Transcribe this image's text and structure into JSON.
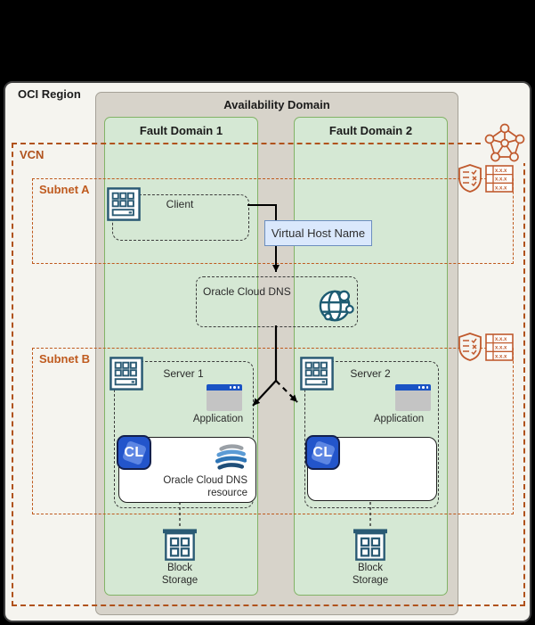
{
  "labels": {
    "region": "OCI Region",
    "availability_domain": "Availability Domain",
    "fault_domain_1": "Fault Domain 1",
    "fault_domain_2": "Fault Domain 2",
    "vcn": "VCN",
    "subnet_a": "Subnet A",
    "subnet_b": "Subnet B",
    "client": "Client",
    "virtual_host_name": "Virtual Host Name",
    "oracle_cloud_dns": "Oracle Cloud DNS",
    "server_1": "Server 1",
    "server_2": "Server 2",
    "application": "Application",
    "resource_line1": "Oracle Cloud DNS",
    "resource_line2": "resource",
    "block_line1": "Block",
    "block_line2": "Storage",
    "cli": "CL",
    "route_cell": "x.x.x"
  },
  "colors": {
    "background": "#000000",
    "region_fill": "#f5f4ef",
    "availability_domain_fill": "#d7d3ca",
    "fault_domain_fill": "#d5e8d4",
    "fault_domain_border": "#82b366",
    "vcn_orange": "#b0521c",
    "subnet_orange": "#bf5a1e",
    "icon_blue": "#2a5a74",
    "globe_teal": "#1d5b72",
    "app_titlebar_blue": "#1a53c4",
    "cli_blue": "#2355cb",
    "virtual_host_fill": "#dae8fc",
    "virtual_host_border": "#6c8ebf",
    "connector_black": "#000000"
  }
}
